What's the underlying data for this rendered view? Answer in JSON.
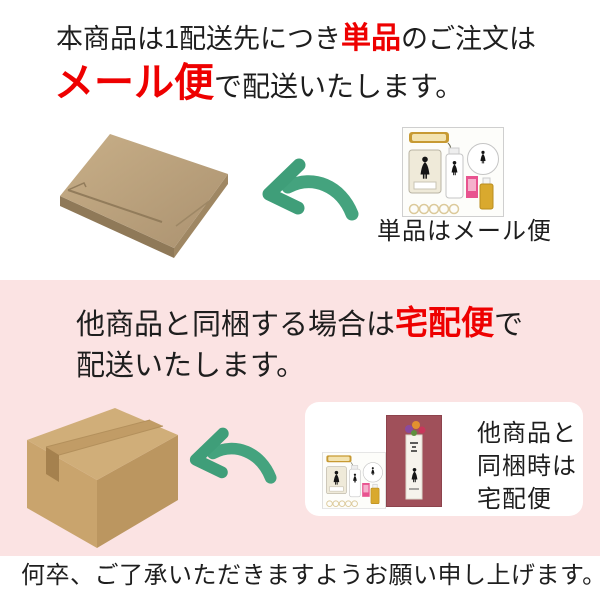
{
  "top_section": {
    "line1_pre": "本商品は1配送先につき",
    "line1_highlight": "単品",
    "line1_post": "のご注文は",
    "line2_highlight": "メール便",
    "line2_post": "で配送いたします。",
    "photo_caption": "単品はメール便"
  },
  "bundle_section": {
    "line1_pre": "他商品と同梱する場合は",
    "line1_highlight": "宅配便",
    "line1_post": "で",
    "line2": "配送いたします。",
    "panel_line1": "他商品と",
    "panel_line2": "同梱時は",
    "panel_line3": "宅配便"
  },
  "footer_note": "何卒、ご了承いただきますようお願い申し上げます。",
  "colors": {
    "accent_red": "#ee0000",
    "section_bg_pink": "#fbe3e3",
    "arrow_green": "#44a37e",
    "cardboard_tan": "#c9a46d"
  },
  "icons": {
    "top_package": "flat-cardboard-mailer",
    "bottom_package": "cardboard-shipping-box",
    "arrows": "green-curved-arrow-left",
    "top_photo": "single-item-product-photo",
    "bottom_photo": "bundle-product-photo",
    "red_item": "red-gift-package"
  }
}
